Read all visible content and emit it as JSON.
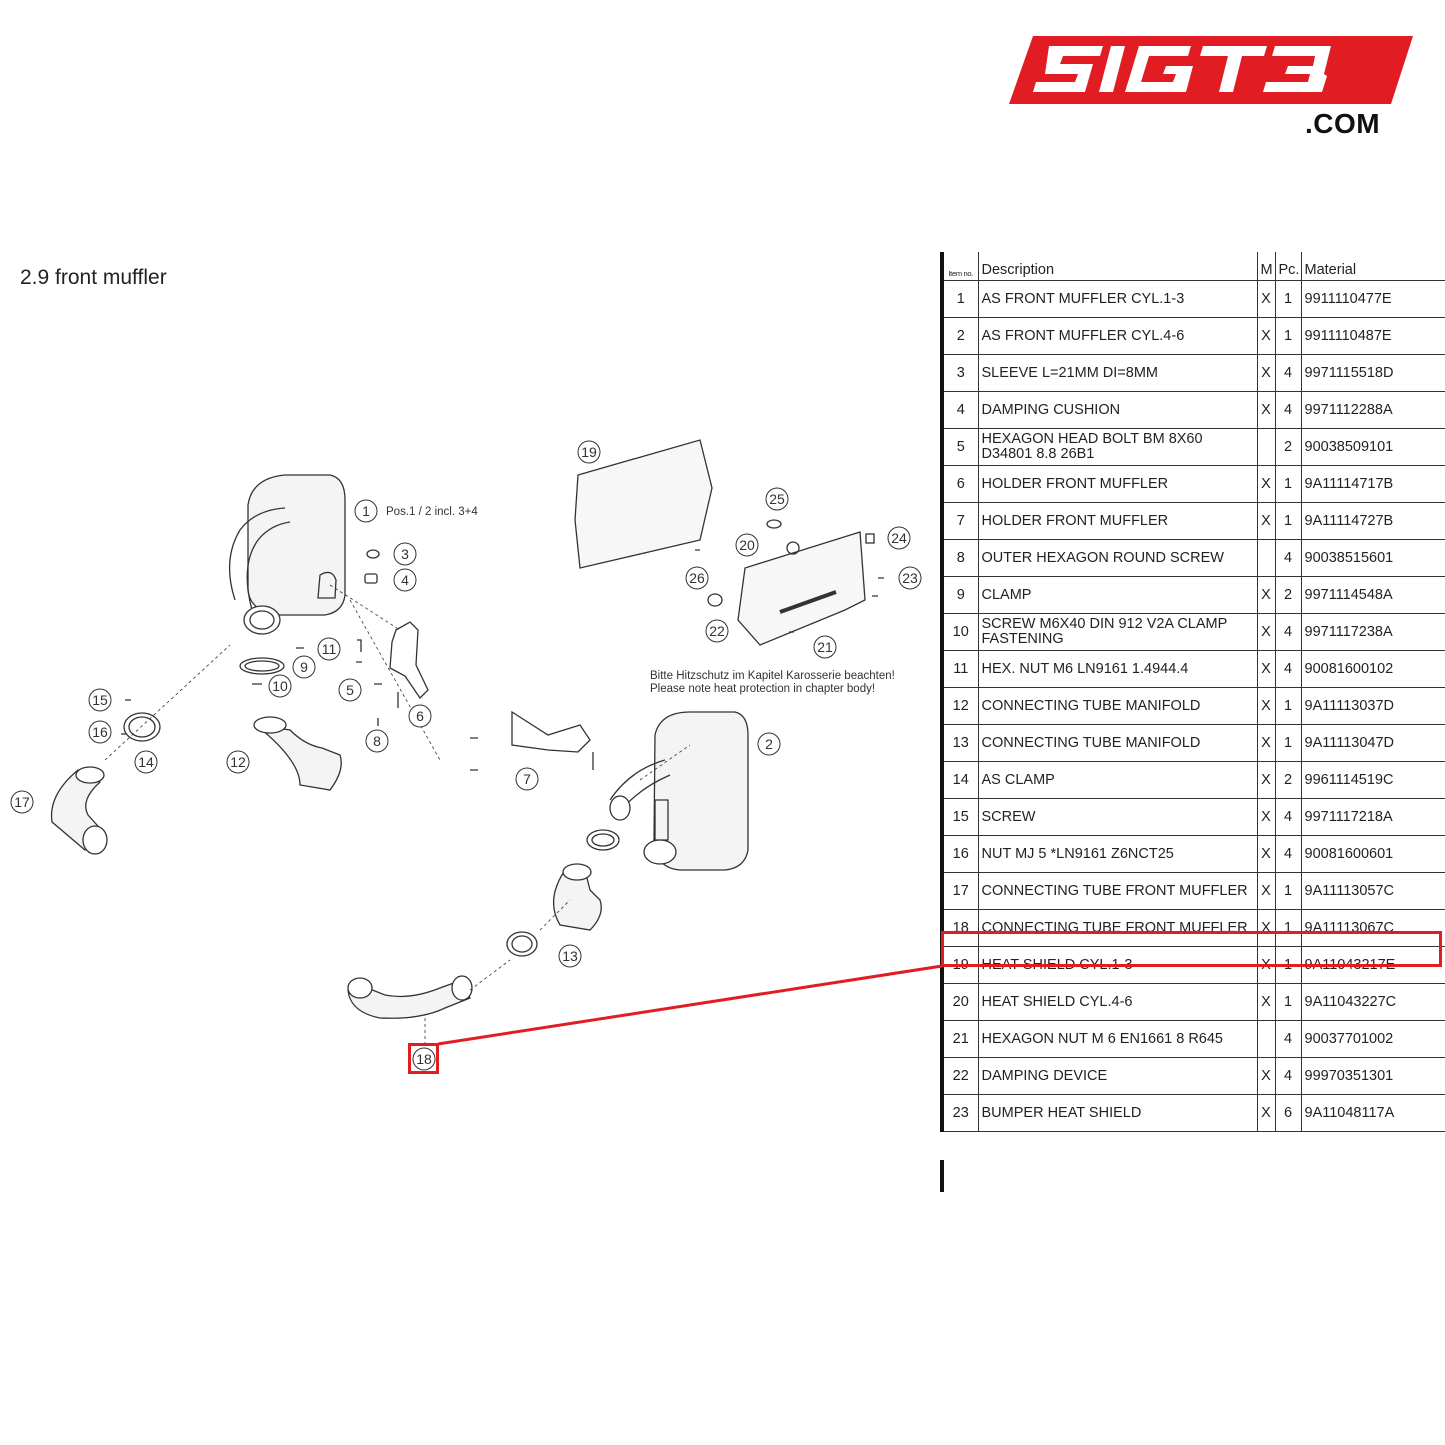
{
  "logo": {
    "brand": "5IGT3",
    "suffix": ".COM",
    "color": "#e21c23"
  },
  "section": {
    "title": "2.9  front muffler"
  },
  "diagram": {
    "pos_note": "Pos.1 / 2 incl. 3+4",
    "note_de": "Bitte Hitzschutz im Kapitel Karosserie beachten!",
    "note_en": "Please note heat protection in chapter body!",
    "highlight_color": "#e21c23",
    "callouts": [
      "1",
      "2",
      "3",
      "4",
      "5",
      "6",
      "7",
      "8",
      "9",
      "10",
      "11",
      "12",
      "13",
      "14",
      "15",
      "16",
      "17",
      "18",
      "19",
      "20",
      "21",
      "22",
      "23",
      "24",
      "25",
      "26"
    ]
  },
  "table": {
    "headers": {
      "item": "Item no.",
      "description": "Description",
      "m": "M",
      "pc": "Pc.",
      "material": "Material"
    },
    "rows": [
      {
        "item": "1",
        "description": "AS FRONT MUFFLER CYL.1-3",
        "m": "X",
        "pc": "1",
        "material": "9911110477E"
      },
      {
        "item": "2",
        "description": "AS FRONT MUFFLER CYL.4-6",
        "m": "X",
        "pc": "1",
        "material": "9911110487E"
      },
      {
        "item": "3",
        "description": "SLEEVE L=21MM DI=8MM",
        "m": "X",
        "pc": "4",
        "material": "9971115518D"
      },
      {
        "item": "4",
        "description": "DAMPING CUSHION",
        "m": "X",
        "pc": "4",
        "material": "9971112288A"
      },
      {
        "item": "5",
        "description": "HEXAGON HEAD BOLT BM 8X60 D34801 8.8 26B1",
        "m": "",
        "pc": "2",
        "material": "90038509101"
      },
      {
        "item": "6",
        "description": "HOLDER FRONT MUFFLER",
        "m": "X",
        "pc": "1",
        "material": "9A11114717B"
      },
      {
        "item": "7",
        "description": "HOLDER FRONT MUFFLER",
        "m": "X",
        "pc": "1",
        "material": "9A11114727B"
      },
      {
        "item": "8",
        "description": "OUTER HEXAGON ROUND SCREW",
        "m": "",
        "pc": "4",
        "material": "90038515601"
      },
      {
        "item": "9",
        "description": "CLAMP",
        "m": "X",
        "pc": "2",
        "material": "9971114548A"
      },
      {
        "item": "10",
        "description": "SCREW M6X40 DIN 912 V2A CLAMP FASTENING",
        "m": "X",
        "pc": "4",
        "material": "9971117238A"
      },
      {
        "item": "11",
        "description": "HEX. NUT M6 LN9161 1.4944.4",
        "m": "X",
        "pc": "4",
        "material": "90081600102"
      },
      {
        "item": "12",
        "description": "CONNECTING TUBE MANIFOLD",
        "m": "X",
        "pc": "1",
        "material": "9A11113037D"
      },
      {
        "item": "13",
        "description": "CONNECTING TUBE MANIFOLD",
        "m": "X",
        "pc": "1",
        "material": "9A11113047D"
      },
      {
        "item": "14",
        "description": "AS CLAMP",
        "m": "X",
        "pc": "2",
        "material": "9961114519C"
      },
      {
        "item": "15",
        "description": "SCREW",
        "m": "X",
        "pc": "4",
        "material": "9971117218A"
      },
      {
        "item": "16",
        "description": "NUT MJ 5 *LN9161 Z6NCT25",
        "m": "X",
        "pc": "4",
        "material": "90081600601"
      },
      {
        "item": "17",
        "description": "CONNECTING TUBE FRONT MUFFLER",
        "m": "X",
        "pc": "1",
        "material": "9A11113057C"
      },
      {
        "item": "18",
        "description": "CONNECTING TUBE FRONT MUFFLER",
        "m": "X",
        "pc": "1",
        "material": "9A11113067C"
      },
      {
        "item": "19",
        "description": "HEAT SHIELD CYL.1-3",
        "m": "X",
        "pc": "1",
        "material": "9A11043217E"
      },
      {
        "item": "20",
        "description": "HEAT SHIELD CYL.4-6",
        "m": "X",
        "pc": "1",
        "material": "9A11043227C"
      },
      {
        "item": "21",
        "description": "HEXAGON NUT M 6 EN1661 8 R645",
        "m": "",
        "pc": "4",
        "material": "90037701002"
      },
      {
        "item": "22",
        "description": "DAMPING DEVICE",
        "m": "X",
        "pc": "4",
        "material": "99970351301"
      },
      {
        "item": "23",
        "description": "BUMPER HEAT SHIELD",
        "m": "X",
        "pc": "6",
        "material": "9A11048117A"
      }
    ],
    "highlighted_item": "18"
  }
}
